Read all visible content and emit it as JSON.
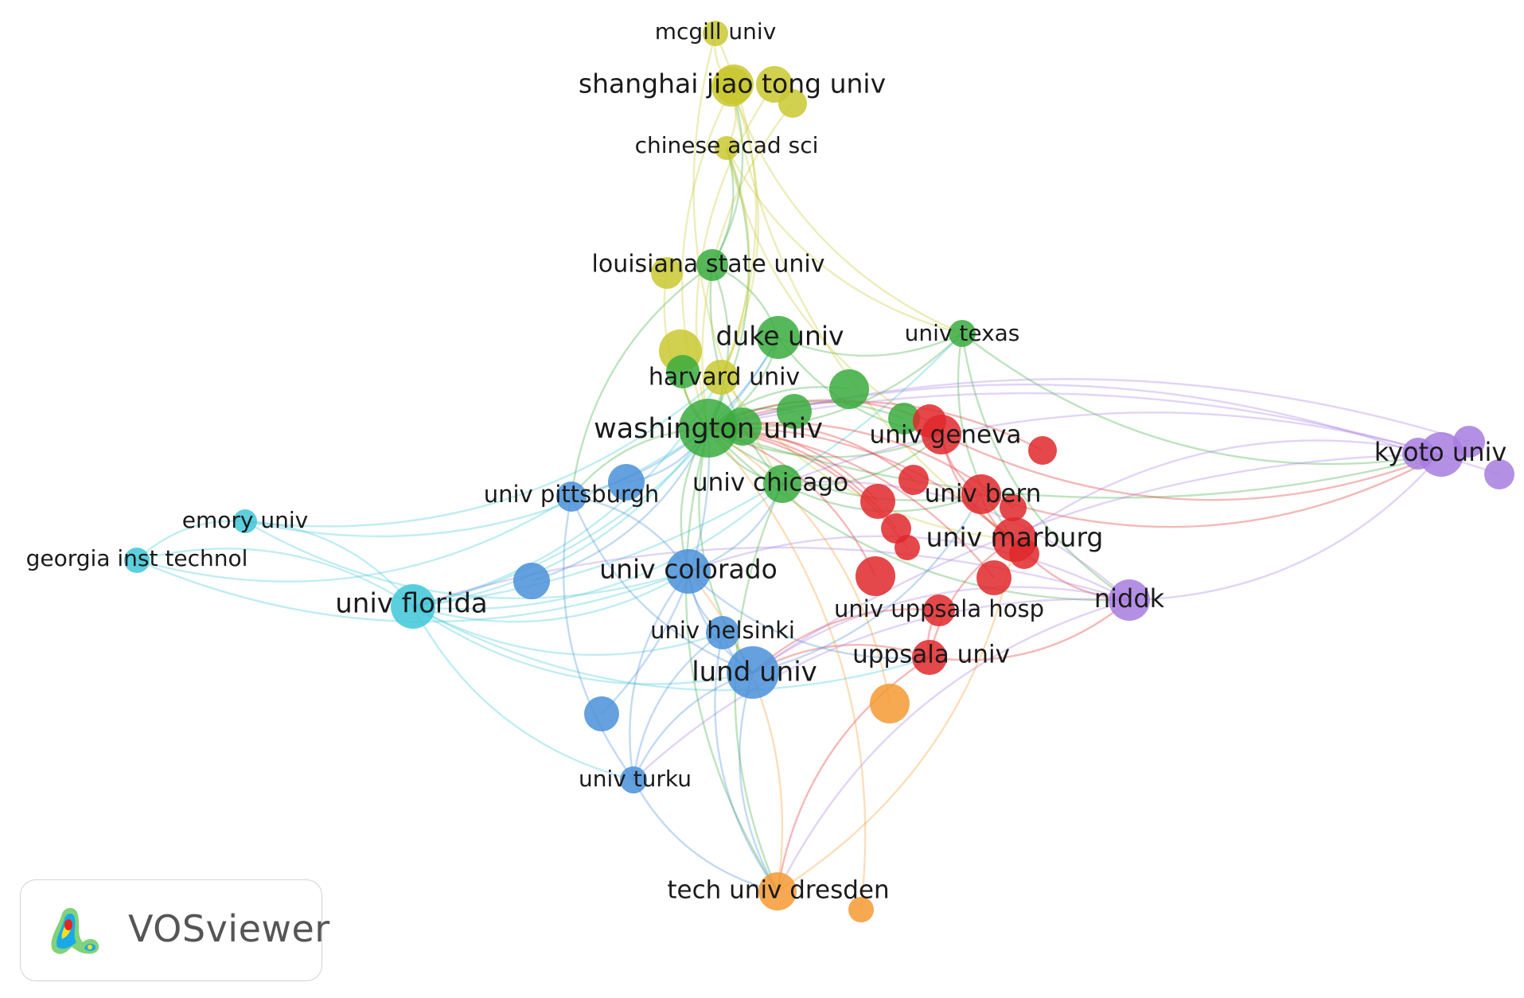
{
  "brand": {
    "name": "VOSviewer"
  },
  "cluster_colors": {
    "red": "#e0282c",
    "green": "#3aab3e",
    "blue": "#4a90d9",
    "yellow": "#c9c830",
    "purple": "#a77de0",
    "cyan": "#3fc7d8",
    "orange": "#f59a32"
  },
  "nodes": [
    {
      "id": "washington_univ",
      "label": "washington univ",
      "cluster": "green",
      "weight": 10
    },
    {
      "id": "duke_univ",
      "label": "duke univ",
      "cluster": "green",
      "weight": 6
    },
    {
      "id": "harvard_univ",
      "label": "harvard univ",
      "cluster": "yellow",
      "weight": 6
    },
    {
      "id": "univ_chicago",
      "label": "univ chicago",
      "cluster": "green",
      "weight": 5
    },
    {
      "id": "univ_texas",
      "label": "univ texas",
      "cluster": "green",
      "weight": 3
    },
    {
      "id": "louisiana_state_univ",
      "label": "louisiana state univ",
      "cluster": "green",
      "weight": 4
    },
    {
      "id": "univ_geneva",
      "label": "univ geneva",
      "cluster": "red",
      "weight": 5
    },
    {
      "id": "univ_bern",
      "label": "univ bern",
      "cluster": "red",
      "weight": 5
    },
    {
      "id": "univ_marburg",
      "label": "univ marburg",
      "cluster": "red",
      "weight": 6
    },
    {
      "id": "univ_uppsala_hosp",
      "label": "univ uppsala hosp",
      "cluster": "red",
      "weight": 4
    },
    {
      "id": "uppsala_univ",
      "label": "uppsala univ",
      "cluster": "red",
      "weight": 5
    },
    {
      "id": "univ_colorado",
      "label": "univ colorado",
      "cluster": "blue",
      "weight": 6
    },
    {
      "id": "univ_pittsburgh",
      "label": "univ pittsburgh",
      "cluster": "blue",
      "weight": 4
    },
    {
      "id": "univ_helsinki",
      "label": "univ helsinki",
      "cluster": "blue",
      "weight": 4
    },
    {
      "id": "lund_univ",
      "label": "lund univ",
      "cluster": "blue",
      "weight": 8
    },
    {
      "id": "univ_turku",
      "label": "univ turku",
      "cluster": "blue",
      "weight": 3
    },
    {
      "id": "univ_florida",
      "label": "univ florida",
      "cluster": "cyan",
      "weight": 7
    },
    {
      "id": "emory_univ",
      "label": "emory univ",
      "cluster": "cyan",
      "weight": 3
    },
    {
      "id": "georgia_inst_technol",
      "label": "georgia inst technol",
      "cluster": "cyan",
      "weight": 3
    },
    {
      "id": "mcgill_univ",
      "label": "mcgill univ",
      "cluster": "yellow",
      "weight": 3
    },
    {
      "id": "shanghai_jiao_tong_univ",
      "label": "shanghai jiao tong univ",
      "cluster": "yellow",
      "weight": 6
    },
    {
      "id": "chinese_acad_sci",
      "label": "chinese acad sci",
      "cluster": "yellow",
      "weight": 3
    },
    {
      "id": "kyoto_univ",
      "label": "kyoto univ",
      "cluster": "purple",
      "weight": 7
    },
    {
      "id": "niddk",
      "label": "niddk",
      "cluster": "purple",
      "weight": 6
    },
    {
      "id": "tech_univ_dresden",
      "label": "tech univ dresden",
      "cluster": "orange",
      "weight": 5
    }
  ]
}
